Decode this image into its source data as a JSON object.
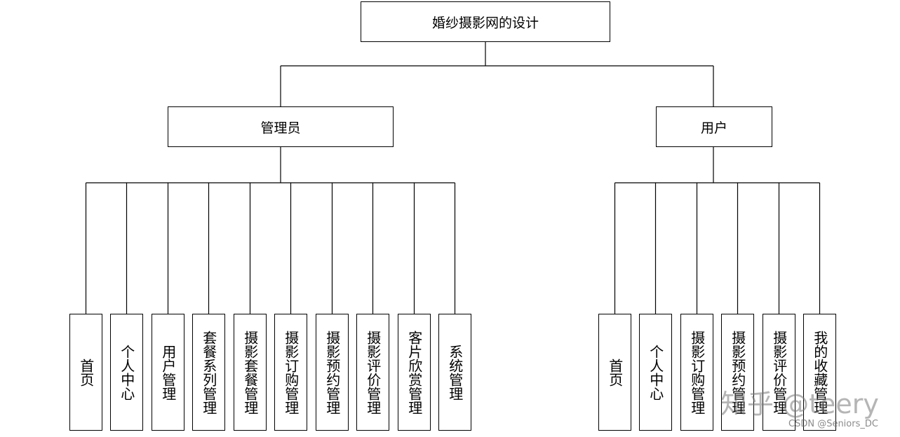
{
  "root": {
    "label": "婚纱摄影网的设计"
  },
  "admin": {
    "label": "管理员",
    "children": [
      "首页",
      "个人中心",
      "用户管理",
      "套餐系列管理",
      "摄影套餐管理",
      "摄影订购管理",
      "摄影预约管理",
      "摄影评价管理",
      "客片欣赏管理",
      "系统管理"
    ]
  },
  "user": {
    "label": "用户",
    "children": [
      "首页",
      "个人中心",
      "摄影订购管理",
      "摄影预约管理",
      "摄影评价管理",
      "我的收藏管理"
    ]
  },
  "watermark": {
    "text": "知乎 @teery"
  },
  "credit": {
    "text": "CSDN @Seniors_DC"
  }
}
